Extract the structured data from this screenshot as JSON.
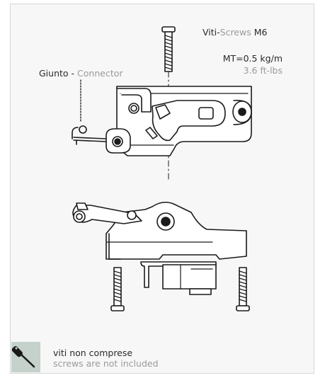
{
  "labels": {
    "screws_prefix": "Viti-",
    "screws_en": "Screws",
    "screws_size": "M6",
    "torque_metric": "MT=0.5 kg/m",
    "torque_imperial": "3.6 ft-lbs",
    "connector_it": "Giunto -",
    "connector_en": "Connector"
  },
  "note": {
    "it": "viti non comprese",
    "en": "screws are not included",
    "icon": "screwdriver-icon"
  },
  "colors": {
    "frame_bg": "#f7f7f7",
    "icon_bg": "#c4d2cb",
    "accent_gray": "#9a9a9a",
    "line": "#1a1a1a"
  }
}
